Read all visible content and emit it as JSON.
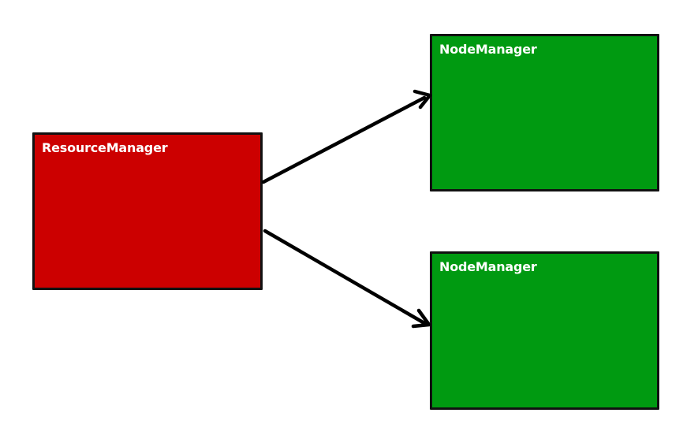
{
  "diagram": {
    "resource_manager": {
      "label": "ResourceManager",
      "color": "#cc0000"
    },
    "node_managers": [
      {
        "label": "NodeManager",
        "color": "#009a11"
      },
      {
        "label": "NodeManager",
        "color": "#009a11"
      }
    ],
    "edges": [
      {
        "from": "ResourceManager",
        "to": "NodeManager (top)"
      },
      {
        "from": "ResourceManager",
        "to": "NodeManager (bottom)"
      }
    ],
    "arrow_color": "#000000"
  }
}
